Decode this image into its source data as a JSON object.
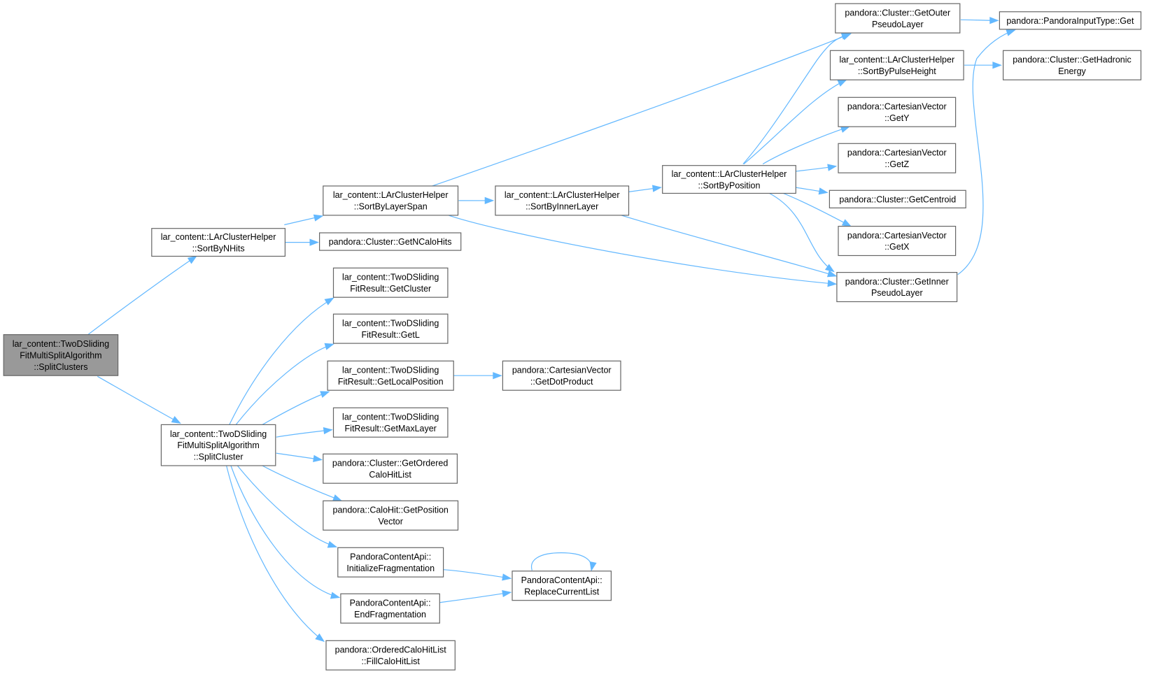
{
  "nodes": [
    {
      "id": "split_clusters",
      "lines": [
        "lar_content::TwoDSliding",
        "FitMultiSplitAlgorithm",
        "::SplitClusters"
      ],
      "root": true
    },
    {
      "id": "sort_by_nhits",
      "lines": [
        "lar_content::LArClusterHelper",
        "::SortByNHits"
      ]
    },
    {
      "id": "split_cluster",
      "lines": [
        "lar_content::TwoDSliding",
        "FitMultiSplitAlgorithm",
        "::SplitCluster"
      ]
    },
    {
      "id": "sort_by_layer_span",
      "lines": [
        "lar_content::LArClusterHelper",
        "::SortByLayerSpan"
      ]
    },
    {
      "id": "get_ncalohits",
      "lines": [
        "pandora::Cluster::GetNCaloHits"
      ]
    },
    {
      "id": "sort_by_inner_layer",
      "lines": [
        "lar_content::LArClusterHelper",
        "::SortByInnerLayer"
      ]
    },
    {
      "id": "sort_by_position",
      "lines": [
        "lar_content::LArClusterHelper",
        "::SortByPosition"
      ]
    },
    {
      "id": "get_outer_pseudo_layer",
      "lines": [
        "pandora::Cluster::GetOuter",
        "PseudoLayer"
      ]
    },
    {
      "id": "sort_by_pulse_height",
      "lines": [
        "lar_content::LArClusterHelper",
        "::SortByPulseHeight"
      ]
    },
    {
      "id": "cartesian_get_y",
      "lines": [
        "pandora::CartesianVector",
        "::GetY"
      ]
    },
    {
      "id": "cartesian_get_z",
      "lines": [
        "pandora::CartesianVector",
        "::GetZ"
      ]
    },
    {
      "id": "get_centroid",
      "lines": [
        "pandora::Cluster::GetCentroid"
      ]
    },
    {
      "id": "cartesian_get_x",
      "lines": [
        "pandora::CartesianVector",
        "::GetX"
      ]
    },
    {
      "id": "get_inner_pseudo_layer",
      "lines": [
        "pandora::Cluster::GetInner",
        "PseudoLayer"
      ]
    },
    {
      "id": "input_type_get",
      "lines": [
        "pandora::PandoraInputType::Get"
      ]
    },
    {
      "id": "get_hadronic_energy",
      "lines": [
        "pandora::Cluster::GetHadronic",
        "Energy"
      ]
    },
    {
      "id": "fit_get_cluster",
      "lines": [
        "lar_content::TwoDSliding",
        "FitResult::GetCluster"
      ]
    },
    {
      "id": "fit_get_l",
      "lines": [
        "lar_content::TwoDSliding",
        "FitResult::GetL"
      ]
    },
    {
      "id": "fit_get_local_position",
      "lines": [
        "lar_content::TwoDSliding",
        "FitResult::GetLocalPosition"
      ]
    },
    {
      "id": "get_dot_product",
      "lines": [
        "pandora::CartesianVector",
        "::GetDotProduct"
      ]
    },
    {
      "id": "fit_get_max_layer",
      "lines": [
        "lar_content::TwoDSliding",
        "FitResult::GetMaxLayer"
      ]
    },
    {
      "id": "get_ordered_calohit_list",
      "lines": [
        "pandora::Cluster::GetOrdered",
        "CaloHitList"
      ]
    },
    {
      "id": "calohit_get_position_vector",
      "lines": [
        "pandora::CaloHit::GetPosition",
        "Vector"
      ]
    },
    {
      "id": "initialize_fragmentation",
      "lines": [
        "PandoraContentApi::",
        "InitializeFragmentation"
      ]
    },
    {
      "id": "replace_current_list",
      "lines": [
        "PandoraContentApi::",
        "ReplaceCurrentList"
      ]
    },
    {
      "id": "end_fragmentation",
      "lines": [
        "PandoraContentApi::",
        "EndFragmentation"
      ]
    },
    {
      "id": "fill_calohit_list",
      "lines": [
        "pandora::OrderedCaloHitList",
        "::FillCaloHitList"
      ]
    }
  ],
  "edges": [
    [
      "split_clusters",
      "sort_by_nhits"
    ],
    [
      "split_clusters",
      "split_cluster"
    ],
    [
      "sort_by_nhits",
      "sort_by_layer_span"
    ],
    [
      "sort_by_nhits",
      "get_ncalohits"
    ],
    [
      "sort_by_layer_span",
      "get_outer_pseudo_layer"
    ],
    [
      "sort_by_layer_span",
      "sort_by_inner_layer"
    ],
    [
      "sort_by_layer_span",
      "get_inner_pseudo_layer"
    ],
    [
      "sort_by_inner_layer",
      "sort_by_position"
    ],
    [
      "sort_by_inner_layer",
      "get_inner_pseudo_layer"
    ],
    [
      "sort_by_position",
      "get_outer_pseudo_layer"
    ],
    [
      "sort_by_position",
      "sort_by_pulse_height"
    ],
    [
      "sort_by_position",
      "cartesian_get_y"
    ],
    [
      "sort_by_position",
      "cartesian_get_z"
    ],
    [
      "sort_by_position",
      "get_centroid"
    ],
    [
      "sort_by_position",
      "cartesian_get_x"
    ],
    [
      "sort_by_position",
      "get_inner_pseudo_layer"
    ],
    [
      "get_outer_pseudo_layer",
      "input_type_get"
    ],
    [
      "sort_by_pulse_height",
      "get_hadronic_energy"
    ],
    [
      "get_inner_pseudo_layer",
      "input_type_get"
    ],
    [
      "split_cluster",
      "fit_get_cluster"
    ],
    [
      "split_cluster",
      "fit_get_l"
    ],
    [
      "split_cluster",
      "fit_get_local_position"
    ],
    [
      "split_cluster",
      "fit_get_max_layer"
    ],
    [
      "split_cluster",
      "get_ordered_calohit_list"
    ],
    [
      "split_cluster",
      "calohit_get_position_vector"
    ],
    [
      "split_cluster",
      "initialize_fragmentation"
    ],
    [
      "split_cluster",
      "end_fragmentation"
    ],
    [
      "split_cluster",
      "fill_calohit_list"
    ],
    [
      "fit_get_local_position",
      "get_dot_product"
    ],
    [
      "initialize_fragmentation",
      "replace_current_list"
    ],
    [
      "end_fragmentation",
      "replace_current_list"
    ],
    [
      "replace_current_list",
      "replace_current_list"
    ]
  ],
  "colors": {
    "edge": "#63b8ff",
    "node_border": "#666666",
    "root_fill": "#999999",
    "node_fill": "#ffffff"
  }
}
